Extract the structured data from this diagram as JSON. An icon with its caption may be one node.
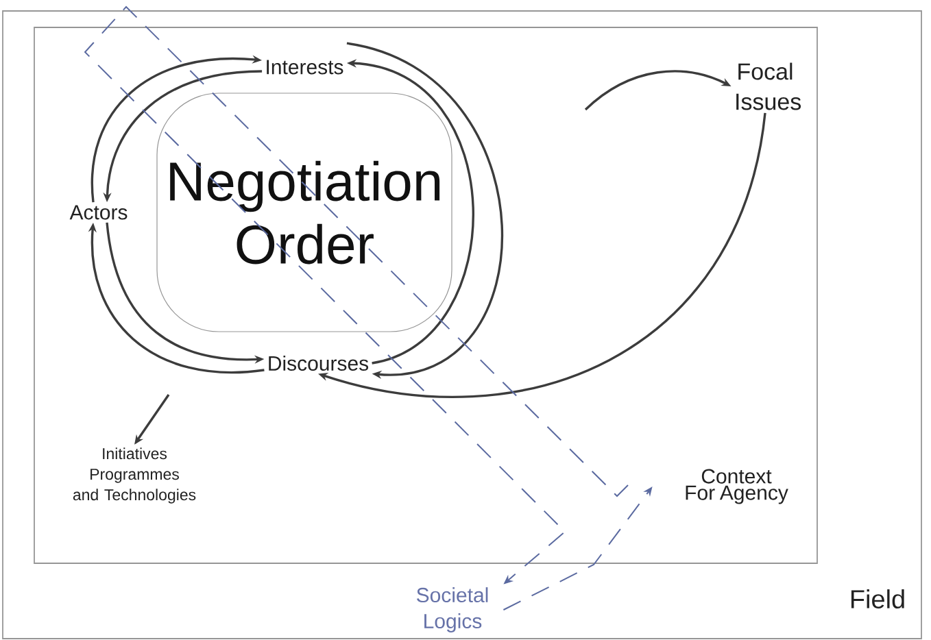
{
  "diagram": {
    "nodes": [
      {
        "text": [
          "Field"
        ]
      },
      {
        "text": [
          "Context For Agency"
        ],
        "in": 0
      },
      {
        "text": [
          "Negotiation Order"
        ],
        "in": 1
      },
      {
        "text": [
          "Interests"
        ],
        "in": 1
      },
      {
        "text": [
          "Actors"
        ],
        "in": 1
      },
      {
        "text": [
          "Discourses"
        ],
        "in": 1
      },
      {
        "text": [
          "Focal Issues"
        ],
        "in": 1
      },
      {
        "text": [
          "Initiatives Programmes and Technologies"
        ],
        "in": 1
      },
      {
        "text": [
          "Societal Logics"
        ],
        "in": 0
      }
    ],
    "edges": [
      {
        "from": 4,
        "to": 3,
        "arrow": "to"
      },
      {
        "from": 3,
        "to": 4,
        "arrow": "to"
      },
      {
        "from": 5,
        "to": 4,
        "arrow": "to"
      },
      {
        "from": 4,
        "to": 5,
        "arrow": "to"
      },
      {
        "from": 5,
        "to": 3,
        "arrow": "to"
      },
      {
        "from": 3,
        "to": 5,
        "arrow": "to"
      },
      {
        "from": null,
        "to": 6,
        "arrow": "to"
      },
      {
        "from": 6,
        "to": 5,
        "arrow": "to"
      },
      {
        "from": null,
        "to": 7,
        "arrow": "to"
      },
      {
        "from": null,
        "to": 8,
        "arrow": "to",
        "style": "dashed",
        "color": "#5b6aa0"
      },
      {
        "from": 8,
        "to": 1,
        "arrow": "to",
        "style": "dashed",
        "color": "#5b6aa0"
      }
    ]
  }
}
